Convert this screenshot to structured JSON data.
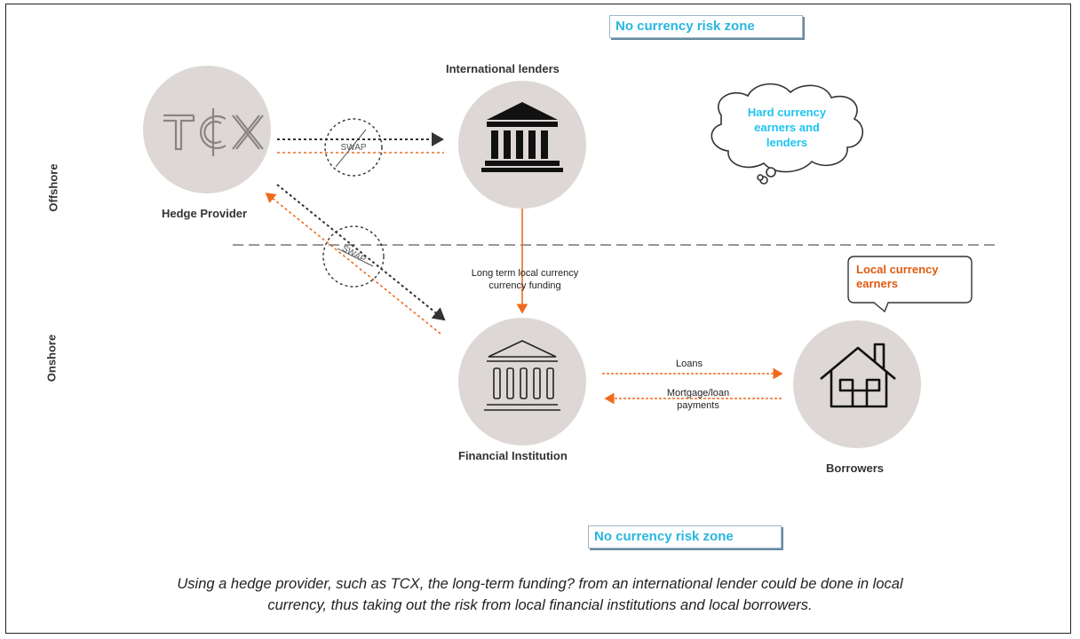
{
  "zones": {
    "top": "No currency risk zone",
    "bottom": "No currency risk zone"
  },
  "sides": {
    "offshore": "Offshore",
    "onshore": "Onshore"
  },
  "nodes": {
    "hedge_logo": "TCX",
    "hedge_label": "Hedge Provider",
    "lenders_label": "International lenders",
    "fi_label": "Financial Institution",
    "borrowers_label": "Borrowers"
  },
  "swap": {
    "upper": "SWAP",
    "lower": "SWAP"
  },
  "flows": {
    "funding_line1": "Long term local currency",
    "funding_line2": "currency funding",
    "loans": "Loans",
    "payments_line1": "Mortgage/loan",
    "payments_line2": "payments"
  },
  "callouts": {
    "cloud_line1": "Hard currency",
    "cloud_line2": "earners and",
    "cloud_line3": "lenders",
    "bubble_line1": "Local  currency",
    "bubble_line2": "earners"
  },
  "caption": {
    "line1": "Using a hedge provider, such as TCX,  the long-term funding? from an international lender could be done in local",
    "line2": "currency, thus taking out the risk from local financial institutions and local borrowers."
  },
  "colors": {
    "node_fill": "#ddd8d5",
    "orange": "#f06a1e",
    "dark_arrow": "#333333",
    "cloud_text": "#1ec4f0"
  },
  "icons": [
    "tcx-logo",
    "bank-icon-solid",
    "bank-icon-outline",
    "house-icon"
  ]
}
